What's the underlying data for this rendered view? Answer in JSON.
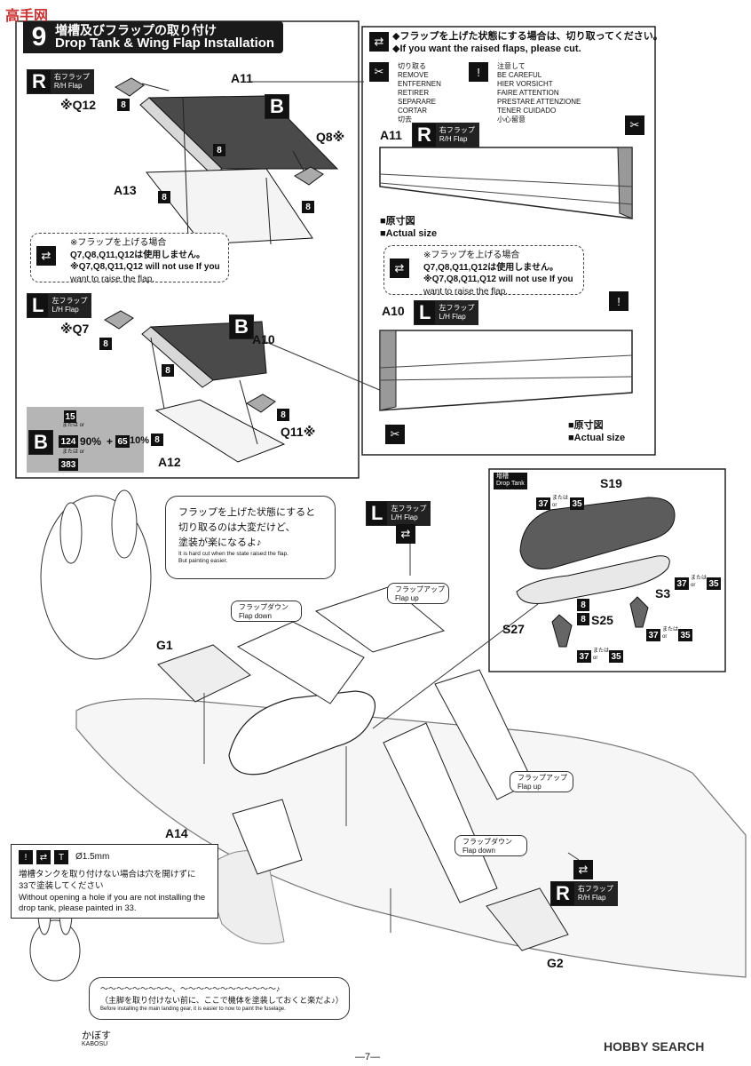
{
  "watermark": "高手网",
  "step": {
    "number": "9",
    "title_jp": "増槽及びフラップの取り付け",
    "title_en": "Drop Tank & Wing Flap Installation"
  },
  "cut_option": {
    "jp": "◆フラップを上げた状態にする場合は、切り取ってください。",
    "en": "◆If you want the raised flaps, please cut.",
    "remove_terms": [
      "切り取る",
      "REMOVE",
      "ENTFERNEN",
      "RETIRER",
      "SEPARARE",
      "CORTAR",
      "切去"
    ],
    "careful_terms": [
      "注意して",
      "BE CAREFUL",
      "HIER VORSICHT",
      "FAIRE ATTENTION",
      "PRESTARE ATTENZIONE",
      "TENER CUIDADO",
      "小心留意"
    ],
    "actual_size_jp": "■原寸図",
    "actual_size_en": "■Actual size"
  },
  "flap_notice": {
    "jp1": "※フラップを上げる場合",
    "jp2": "Q7,Q8,Q11,Q12は使用しません。",
    "en1": "※Q7,Q8,Q11,Q12 will not use If you",
    "en2": "want to raise the flap."
  },
  "right_flap": {
    "letter": "R",
    "jp": "右フラップ",
    "en": "R/H Flap"
  },
  "left_flap": {
    "letter": "L",
    "jp": "左フラップ",
    "en": "L/H Flap"
  },
  "parts": {
    "a11": "A11",
    "a13": "A13",
    "a10": "A10",
    "a12": "A12",
    "a14": "A14",
    "b": "B",
    "q12": "※Q12",
    "q8": "Q8※",
    "q7": "※Q7",
    "q11": "Q11※",
    "g1": "G1",
    "g2": "G2",
    "s19": "S19",
    "s3": "S3",
    "s25": "S25",
    "s27": "S27",
    "eight": "8"
  },
  "color_mix": {
    "label": "B",
    "c1": "15",
    "c2": "124",
    "c3": "383",
    "pct1": "90%",
    "plus": "+",
    "c4": "65",
    "pct2": "10%",
    "or": "または or"
  },
  "drop_tank": {
    "jp": "増槽",
    "en": "Drop Tank",
    "c37": "37",
    "c35": "35",
    "or_jp": "または",
    "or_en": "or"
  },
  "bubble": {
    "line1": "フラップを上げた状態にすると",
    "line2": "切り取るのは大変だけど、",
    "line3": "塗装が楽になるよ♪",
    "en1": "It is hard cut when the state raised the flap.",
    "en2": "But painting easier."
  },
  "flap_states": {
    "up_jp": "フラップアップ",
    "up_en": "Flap up",
    "down_jp": "フラップダウン",
    "down_en": "Flap down"
  },
  "hole_note": {
    "size": "Ø1.5mm",
    "jp1": "増槽タンクを取り付けない場合は穴を開けずに",
    "jp2": "33で塗装してください",
    "en1": "Without opening a hole if you are not installing the",
    "en2": "drop tank, please painted in 33."
  },
  "fuselage_note": {
    "jp1": "～～～～～～～～～、～～～～～～～～～～～～♪",
    "jp2": "（主脚を取り付けない前に、ここで機体を塗装しておくと楽だよ♪）",
    "en": "Before installing the main landing gear, it is easier to now to paint the fuselage."
  },
  "mascot_name": {
    "jp": "かぼす",
    "en": "KABOSU"
  },
  "footer": {
    "logo": "HOBBY SEARCH",
    "page": "—7—"
  }
}
